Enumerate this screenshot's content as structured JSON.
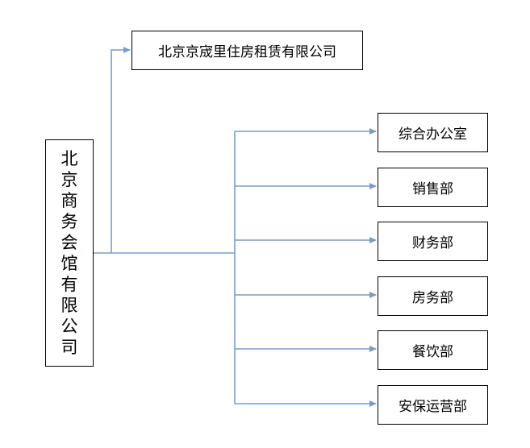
{
  "root": {
    "label": "北京商务会馆有限公司"
  },
  "top_company": {
    "label": "北京京宬里住房租赁有限公司"
  },
  "departments": [
    {
      "label": "综合办公室"
    },
    {
      "label": "销售部"
    },
    {
      "label": "财务部"
    },
    {
      "label": "房务部"
    },
    {
      "label": "餐饮部"
    },
    {
      "label": "安保运营部"
    }
  ],
  "colors": {
    "connector": "#7a9cc4",
    "border": "#000000"
  }
}
